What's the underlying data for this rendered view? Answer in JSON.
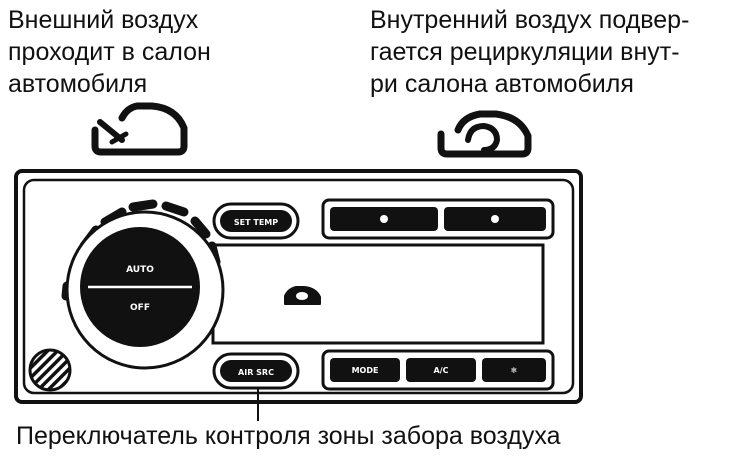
{
  "captions": {
    "fresh_air": "Внешний  воздух\nпроходит в салон\nавтомобиля",
    "recirculation": "Внутренний воздух подвер-\nгается  рециркуляции  внут-\nри салона автомобиля",
    "switch": "Переключатель контроля зоны забора воздуха"
  },
  "panel": {
    "set_temp_label": "SET TEMP",
    "air_source_label": "AIR SRC",
    "knob_top_label": "AUTO",
    "knob_bottom_label": "OFF",
    "mode_label": "MODE",
    "ac_label": "A/C",
    "defrost_label": "❄"
  },
  "icons": {
    "fresh_air": "fresh-air-intake-icon",
    "recirculation": "recirculation-icon",
    "display": "recirculation-indicator-icon"
  }
}
